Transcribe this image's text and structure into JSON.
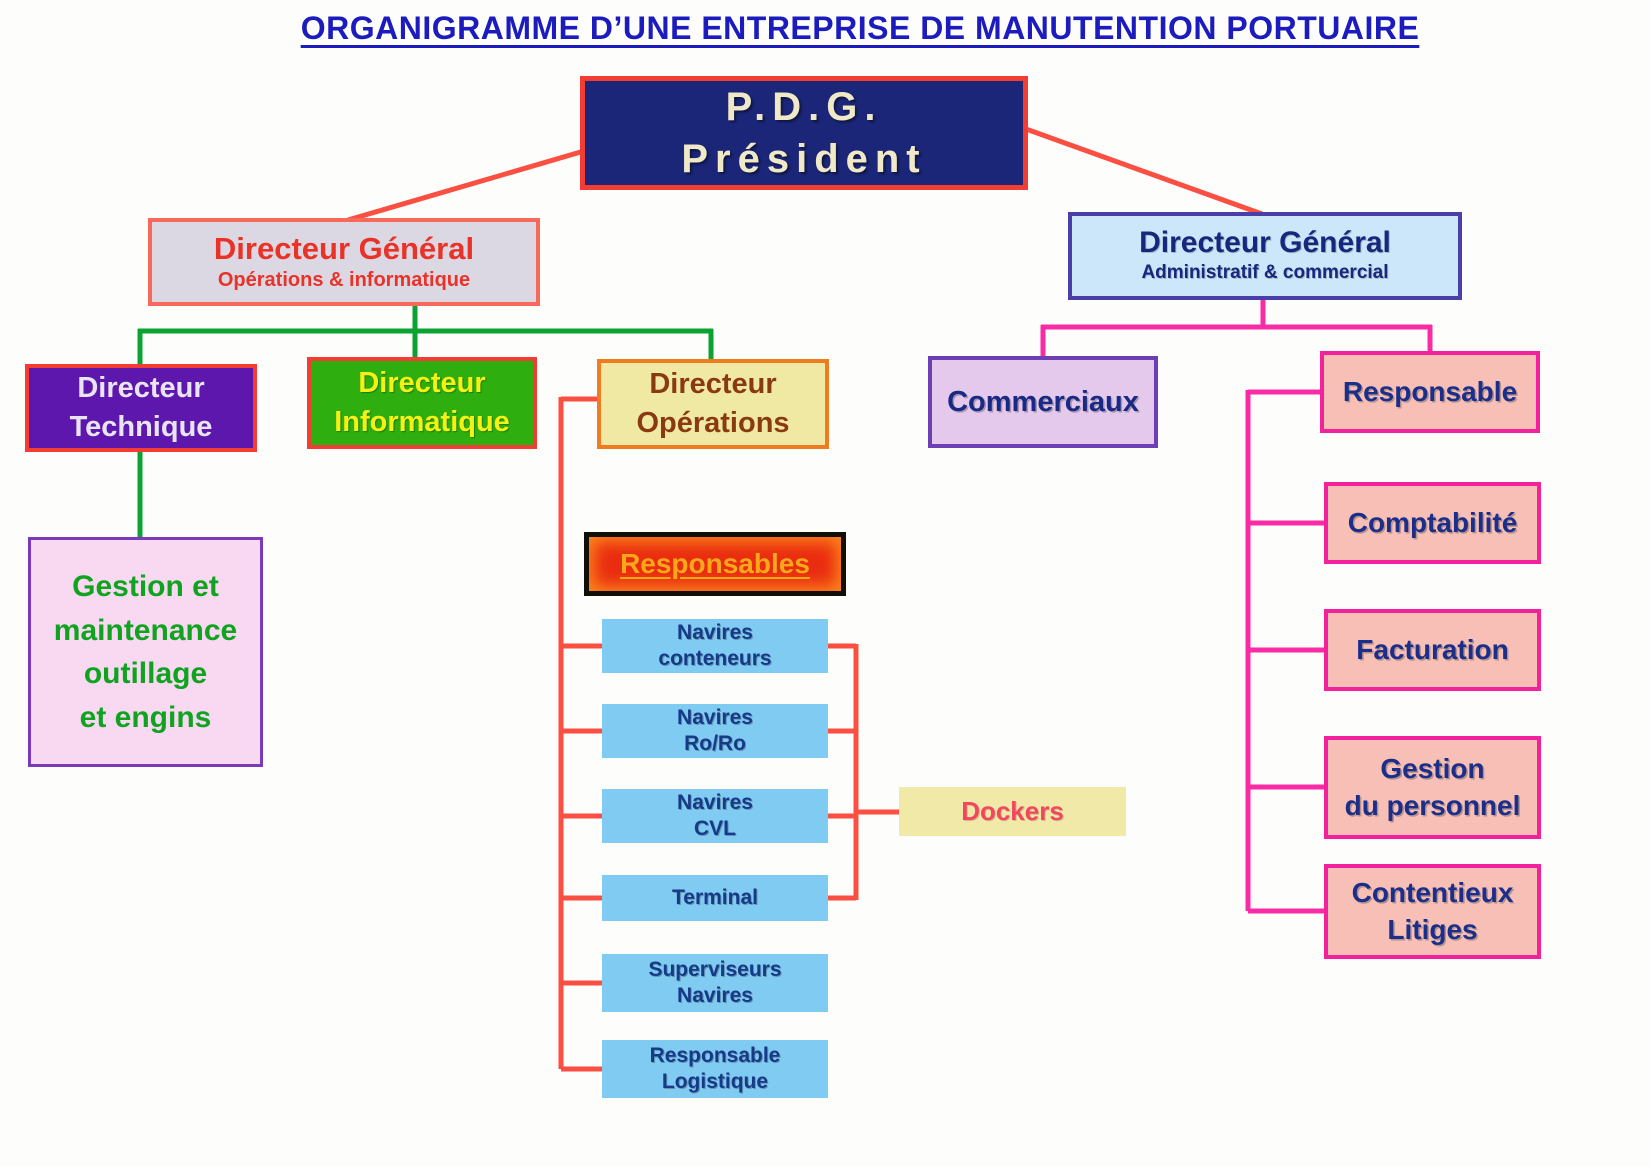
{
  "title": "ORGANIGRAMME D’UNE ENTREPRISE DE MANUTENTION PORTUAIRE",
  "colors": {
    "title_blue": "#1b1bbe",
    "red_line": "#fb4f42",
    "green_line": "#0aa332",
    "magenta_line": "#f92ca6",
    "navy_text": "#1b2f8a",
    "pdg_background": "#1b2678",
    "blue_node_background": "#7fcbf2",
    "pink_node_background": "#f8bfb6"
  },
  "nodes": {
    "pdg": {
      "title": "P.D.G.",
      "subtitle": "Président"
    },
    "dg_operations": {
      "title": "Directeur Général",
      "subtitle": "Opérations & informatique"
    },
    "dg_admin": {
      "title": "Directeur Général",
      "subtitle": "Administratif & commercial"
    },
    "dir_technique": {
      "label": "Directeur\nTechnique"
    },
    "dir_informatique": {
      "label": "Directeur\nInformatique"
    },
    "dir_operations": {
      "label": "Directeur\nOpérations"
    },
    "gestion_maintenance": {
      "label": "Gestion et\nmaintenance\noutillage\net engins"
    },
    "responsables": {
      "label": "Responsables"
    },
    "navires_conteneurs": {
      "label": "Navires\nconteneurs"
    },
    "navires_roro": {
      "label": "Navires\nRo/Ro"
    },
    "navires_cvl": {
      "label": "Navires\nCVL"
    },
    "terminal": {
      "label": "Terminal"
    },
    "superviseurs_navires": {
      "label": "Superviseurs\nNavires"
    },
    "responsable_logistique": {
      "label": "Responsable\nLogistique"
    },
    "dockers": {
      "label": "Dockers"
    },
    "commerciaux": {
      "label": "Commerciaux"
    },
    "responsable": {
      "label": "Responsable"
    },
    "comptabilite": {
      "label": "Comptabilité"
    },
    "facturation": {
      "label": "Facturation"
    },
    "gestion_personnel": {
      "label": "Gestion\ndu personnel"
    },
    "contentieux_litiges": {
      "label": "Contentieux\nLitiges"
    }
  }
}
